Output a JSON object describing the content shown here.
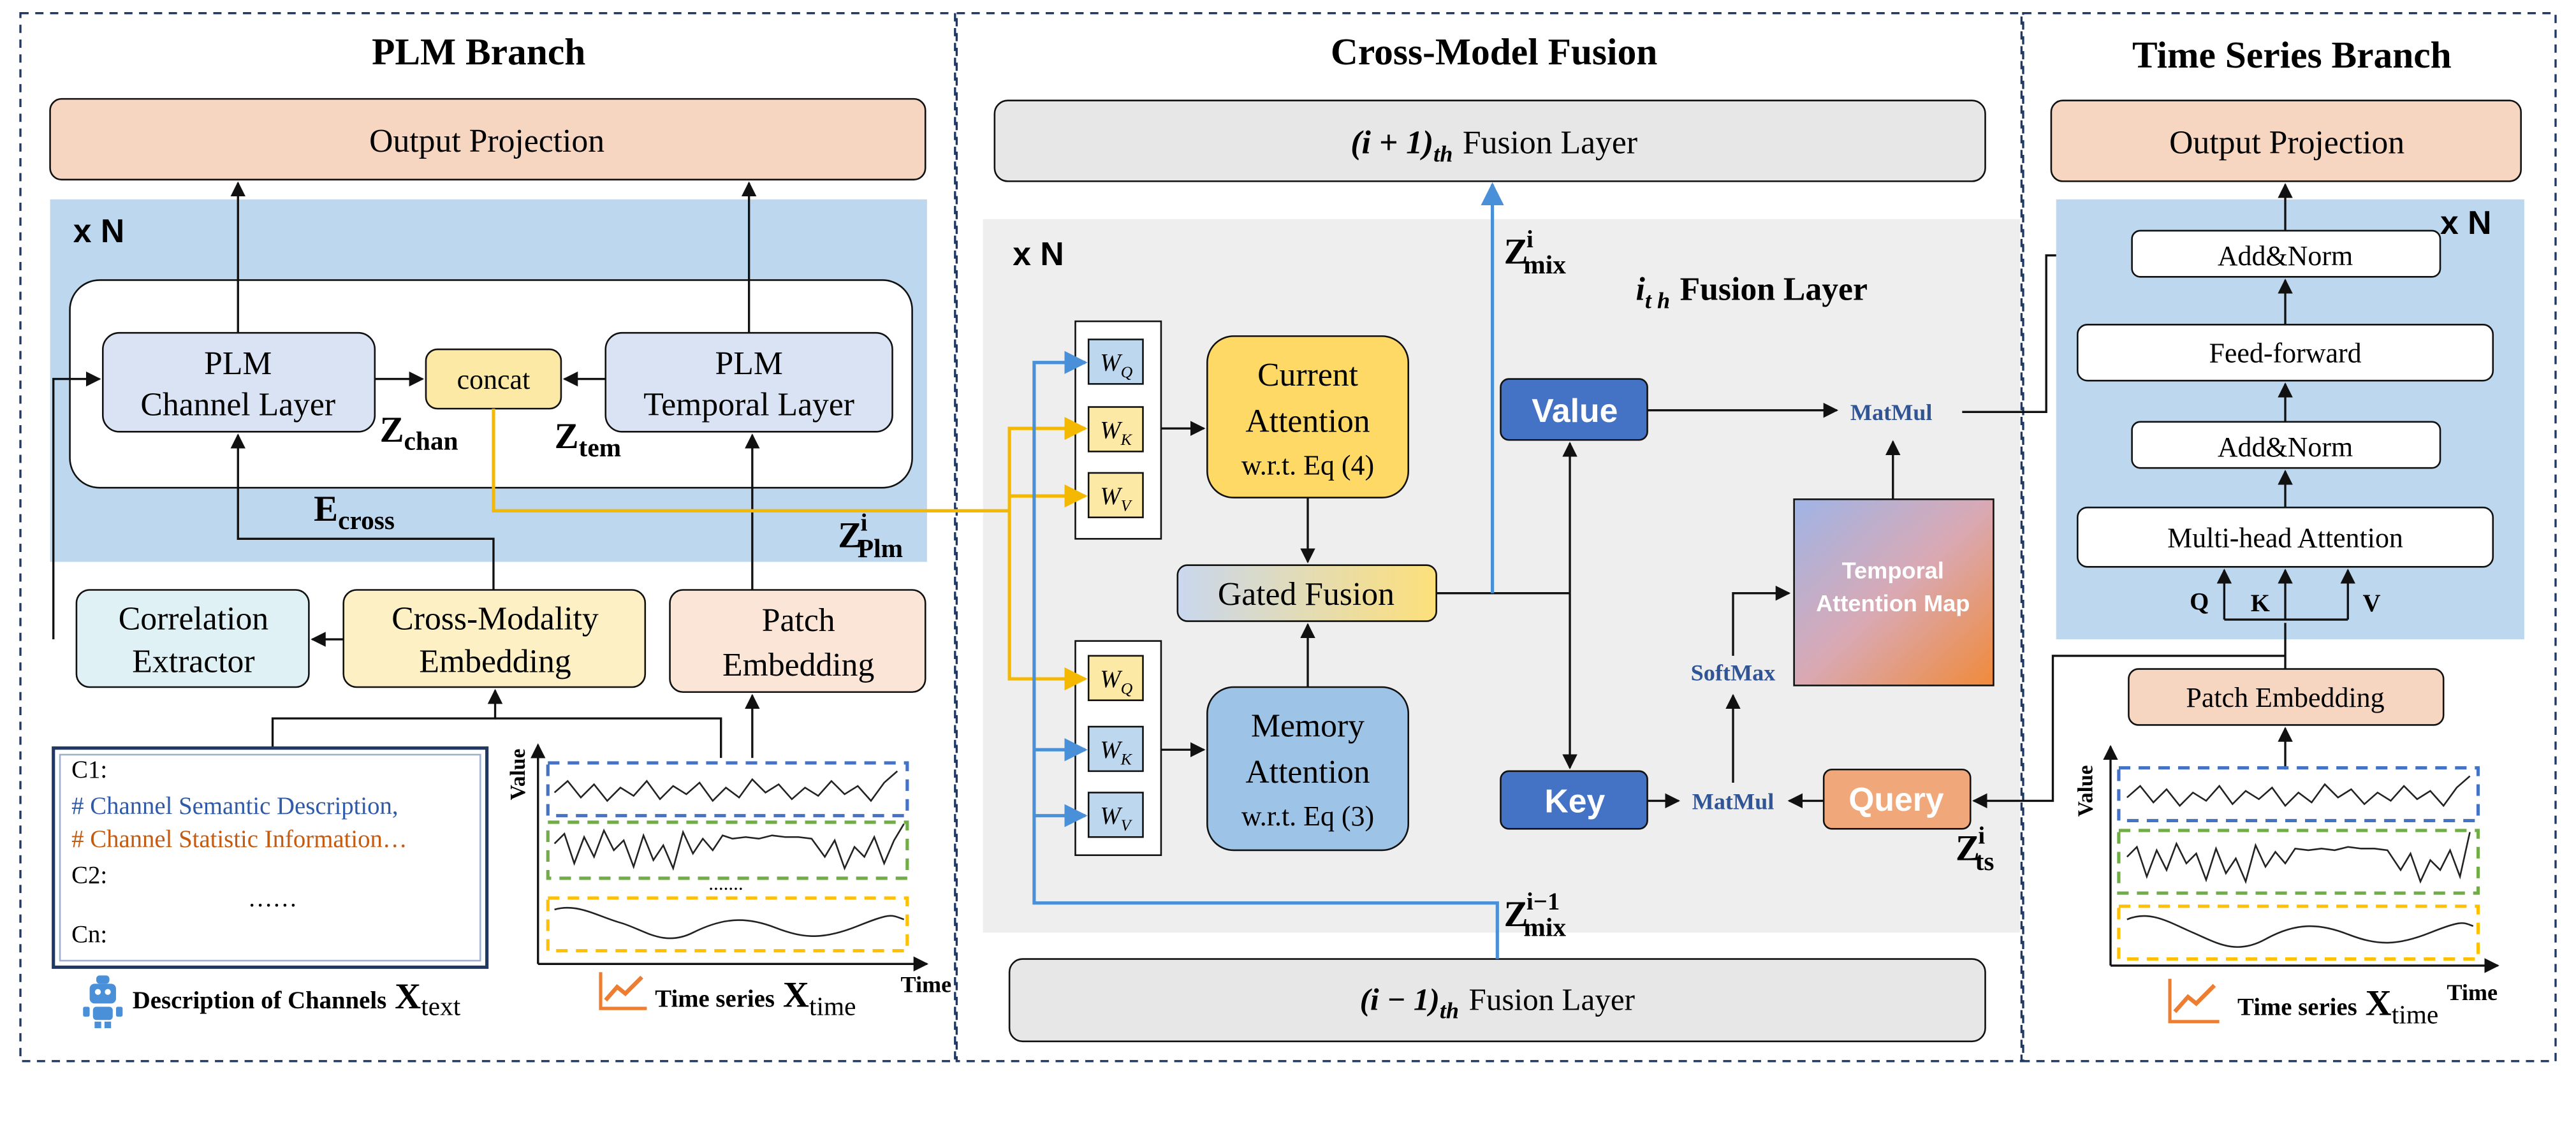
{
  "colors": {
    "panel_border": "#1f3864",
    "light_blue_band": "#bdd7ee",
    "gray_panel": "#eeeeee",
    "orange_box": "#f6d5c1",
    "yellow_box": "#fde9a6",
    "yellow_arrow": "#f5b800",
    "blue_arrow": "#4a90d9",
    "teal_box": "#dff1f4",
    "dark_blue_box": "#4472c4",
    "query_orange": "#f0a87a"
  },
  "plm_branch": {
    "title": "PLM Branch",
    "output_projection": "Output Projection",
    "repeat": "x N",
    "channel_layer": [
      "PLM",
      "Channel Layer"
    ],
    "temporal_layer": [
      "PLM",
      "Temporal Layer"
    ],
    "concat": "concat",
    "z_chan": "Z",
    "z_chan_sub": "chan",
    "z_tem": "Z",
    "z_tem_sub": "tem",
    "e_cross": "E",
    "e_cross_sub": "cross",
    "z_plm": "Z",
    "z_plm_sup": "i",
    "z_plm_sub": "Plm",
    "correlation_extractor": [
      "Correlation",
      "Extractor"
    ],
    "cross_modality_embedding": [
      "Cross-Modality",
      "Embedding"
    ],
    "patch_embedding": [
      "Patch",
      "Embedding"
    ],
    "description_lines": [
      "C1:",
      "# Channel Semantic Description,",
      "# Channel Statistic Information…",
      "C2:",
      "……",
      "Cn:"
    ],
    "description_caption": "Description of Channels",
    "description_var": "X",
    "description_var_sub": "text",
    "chart_ylabel": "Value",
    "chart_xlabel": "Time",
    "chart_dots": ".......",
    "series_caption": "Time series",
    "series_var": "X",
    "series_var_sub": "time"
  },
  "fusion": {
    "title": "Cross-Model Fusion",
    "next_layer": "(i + 1)",
    "next_layer_sub": "th",
    "next_layer_text": "Fusion Layer",
    "prev_layer": "(i − 1)",
    "prev_layer_sub": "th",
    "prev_layer_text": "Fusion  Layer",
    "repeat": "x N",
    "current_layer": "i",
    "current_layer_sub": "t h",
    "current_layer_text": "Fusion Layer",
    "wq": "W",
    "wq_sub": "Q",
    "wk": "W",
    "wk_sub": "K",
    "wv": "W",
    "wv_sub": "V",
    "current_attention": [
      "Current",
      "Attention",
      "w.r.t. Eq (4)"
    ],
    "memory_attention": [
      "Memory",
      "Attention",
      "w.r.t. Eq (3)"
    ],
    "gated_fusion": "Gated Fusion",
    "value": "Value",
    "key": "Key",
    "query": "Query",
    "matmul_top": "MatMul",
    "matmul_bottom": "MatMul",
    "softmax": "SoftMax",
    "temporal_attention_map": [
      "Temporal",
      "Attention Map"
    ],
    "z_mix": "Z",
    "z_mix_sup": "i",
    "z_mix_sub": "mix",
    "z_mix_prev": "Z",
    "z_mix_prev_sup": "i−1",
    "z_mix_prev_sub": "mix",
    "z_ts": "Z",
    "z_ts_sup": "i",
    "z_ts_sub": "ts"
  },
  "ts_branch": {
    "title": "Time Series Branch",
    "output_projection": "Output Projection",
    "repeat": "x N",
    "add_norm_top": "Add&Norm",
    "feed_forward": "Feed-forward",
    "add_norm_bottom": "Add&Norm",
    "multi_head_attention": "Multi-head Attention",
    "q": "Q",
    "k": "K",
    "v": "V",
    "patch_embedding": "Patch Embedding",
    "chart_ylabel": "Value",
    "chart_xlabel": "Time",
    "series_caption": "Time series",
    "series_var": "X",
    "series_var_sub": "time"
  }
}
